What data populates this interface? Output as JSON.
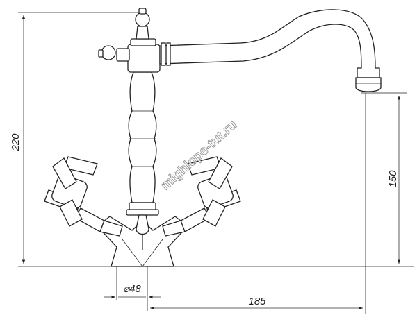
{
  "dimensions": {
    "height_total": "220",
    "spout_height": "150",
    "spout_reach": "185",
    "base_diameter": "⌀48"
  },
  "watermark": "mighlope-tut.ru",
  "colors": {
    "line": "#222222",
    "background": "#ffffff",
    "watermark_stroke": "#8a8a8a"
  }
}
